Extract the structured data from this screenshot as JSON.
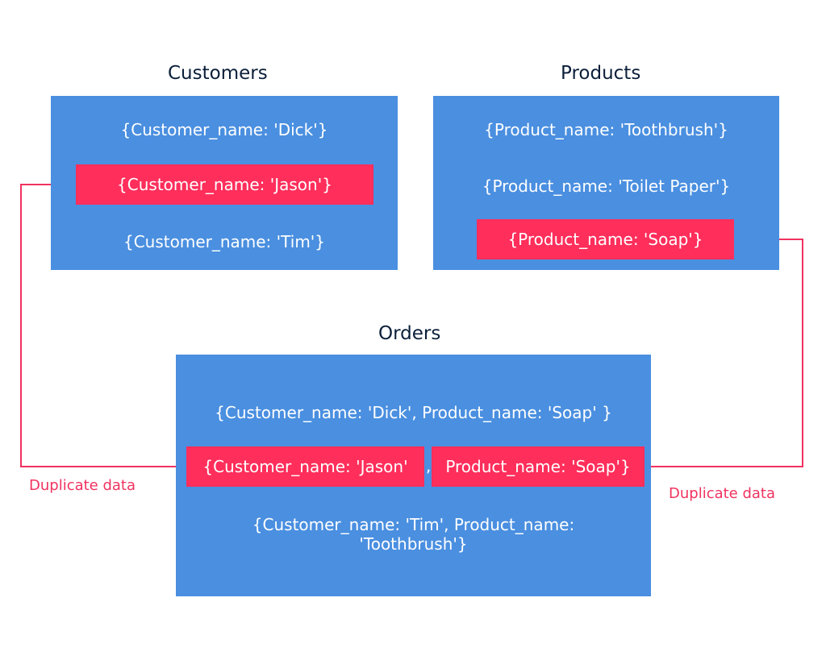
{
  "customers": {
    "title": "Customers",
    "rows": [
      "{Customer_name: 'Dick'}",
      "{Customer_name: 'Jason'}",
      "{Customer_name: 'Tim'}"
    ]
  },
  "products": {
    "title": "Products",
    "rows": [
      "{Product_name: 'Toothbrush'}",
      "{Product_name: 'Toilet Paper'}",
      "{Product_name: 'Soap'}"
    ]
  },
  "orders": {
    "title": "Orders",
    "row1": "{Customer_name: 'Dick', Product_name: 'Soap' }",
    "row2_customer": "{Customer_name: 'Jason'",
    "row2_separator": ",",
    "row2_product": "Product_name: 'Soap'}",
    "row3_line1": "{Customer_name: 'Tim', Product_name:",
    "row3_line2": "'Toothbrush'}"
  },
  "labels": {
    "left_duplicate": "Duplicate data",
    "right_duplicate": "Duplicate data"
  },
  "colors": {
    "box": "#4a8fe0",
    "highlight": "#ff2e5b",
    "connector": "#f0335f",
    "title": "#0b1f3a",
    "text": "#ffffff"
  }
}
